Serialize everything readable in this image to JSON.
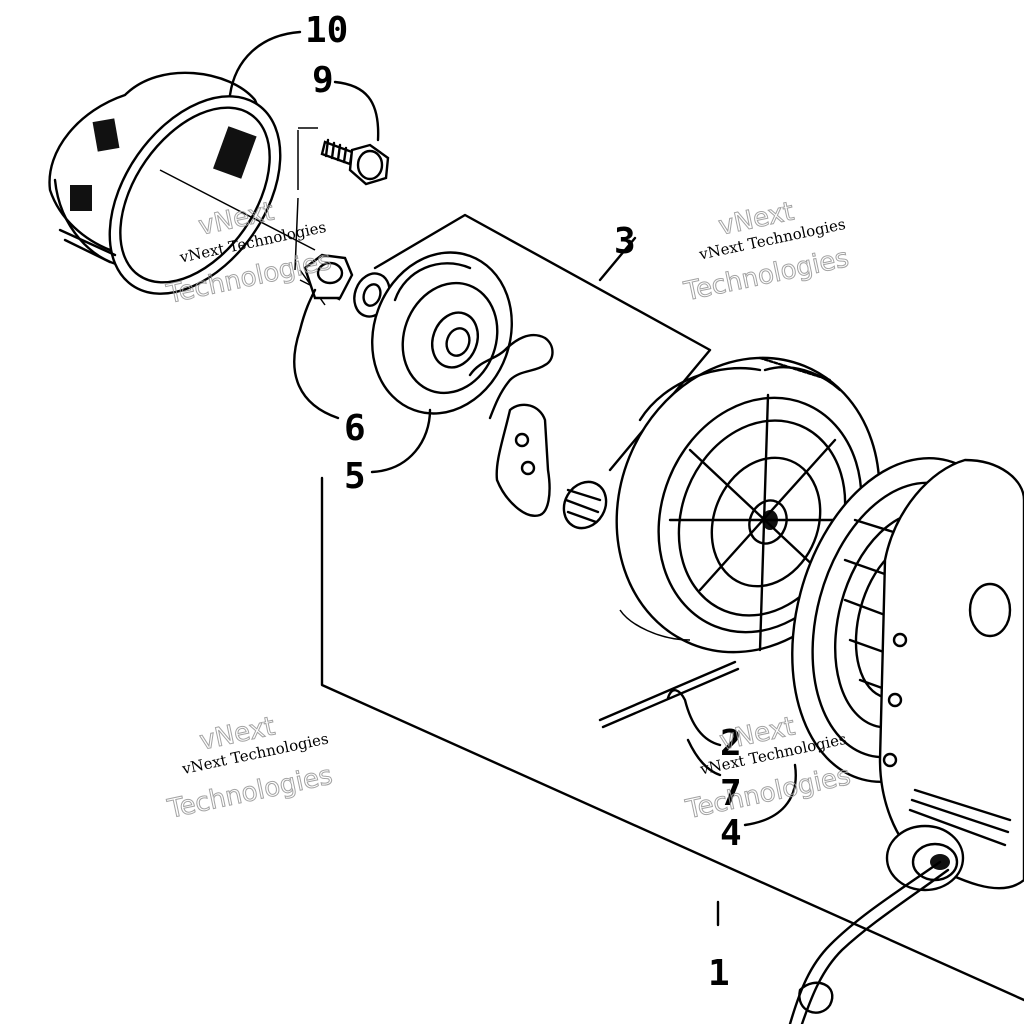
{
  "callouts": {
    "c1": "1",
    "c2": "2",
    "c3": "3",
    "c4": "4",
    "c5": "5",
    "c6": "6",
    "c7": "7",
    "c9": "9",
    "c10": "10"
  },
  "watermark": {
    "line_small": "vNext Technologies",
    "line_big_top": "vNext",
    "line_big_bottom": "Technologies"
  }
}
